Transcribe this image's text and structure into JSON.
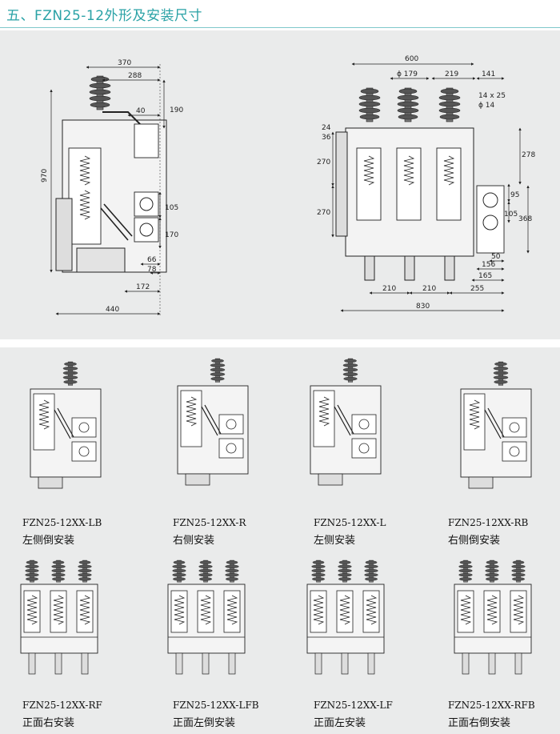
{
  "header": {
    "title": "五、FZN25-12外形及安装尺寸"
  },
  "side_view": {
    "dims": {
      "d370": "370",
      "d288": "288",
      "d190": "190",
      "d40": "40",
      "d970": "970",
      "d105": "105",
      "d170": "170",
      "d66": "66",
      "d78": "78",
      "d172": "172",
      "d440": "440"
    }
  },
  "front_view": {
    "dims": {
      "d600": "600",
      "d179": "ϕ 179",
      "d219": "219",
      "d141": "141",
      "d14x25": "14 x 25",
      "d14": "ϕ 14",
      "d24": "24",
      "d36": "36",
      "d270a": "270",
      "d270b": "270",
      "d278": "278",
      "d95": "95",
      "d105": "105",
      "d368": "368",
      "d50": "50",
      "d156": "156",
      "d165": "165",
      "d210a": "210",
      "d210b": "210",
      "d255": "255",
      "d830": "830"
    }
  },
  "variants": [
    {
      "model": "FZN25-12XX-LB",
      "mount": "左侧倒安装"
    },
    {
      "model": "FZN25-12XX-R",
      "mount": "右侧安装"
    },
    {
      "model": "FZN25-12XX-L",
      "mount": "左侧安装"
    },
    {
      "model": "FZN25-12XX-RB",
      "mount": "右侧倒安装"
    },
    {
      "model": "FZN25-12XX-RF",
      "mount": "正面右安装"
    },
    {
      "model": "FZN25-12XX-LFB",
      "mount": "正面左倒安装"
    },
    {
      "model": "FZN25-12XX-LF",
      "mount": "正面左安装"
    },
    {
      "model": "FZN25-12XX-RFB",
      "mount": "正面右倒安装"
    }
  ],
  "colors": {
    "accent": "#2aa2a6",
    "panel": "#eaebeb",
    "line": "#222222"
  }
}
